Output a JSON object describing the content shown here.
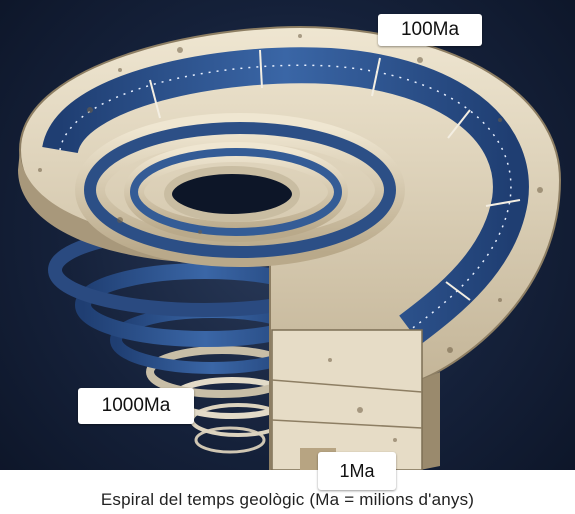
{
  "labels": {
    "top": "100Ma",
    "left": "1000Ma",
    "bottom": "1Ma"
  },
  "caption": "Espiral del temps geològic (Ma = milions d'anys)",
  "colors": {
    "band_ocean": "#2c4f86",
    "band_land": "#d9cdb3",
    "background": "#15213a"
  }
}
